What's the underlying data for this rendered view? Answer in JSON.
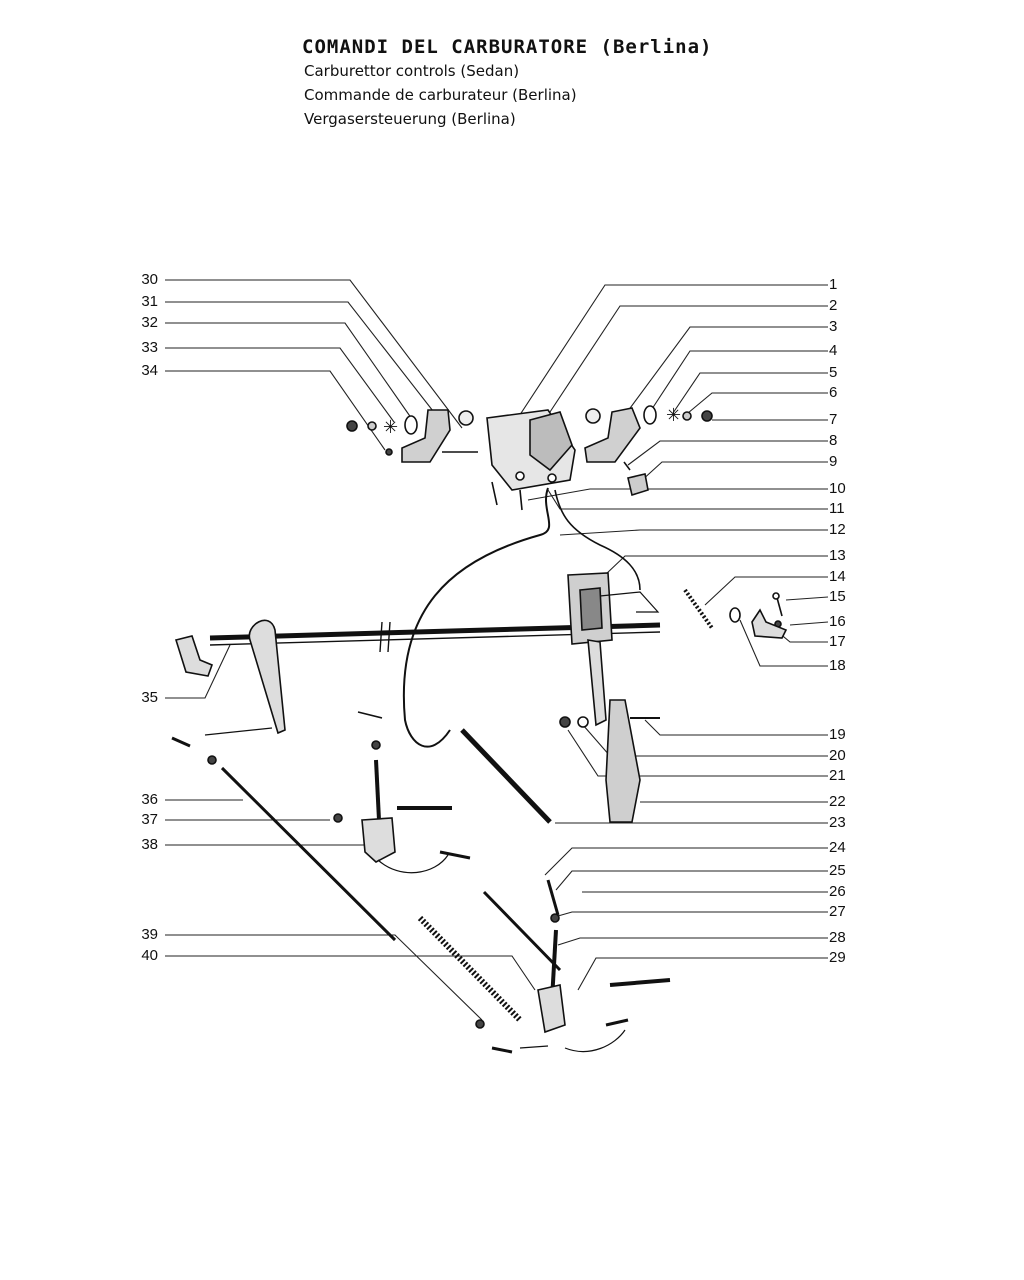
{
  "header": {
    "title": "COMANDI DEL CARBURATORE (Berlina)",
    "subtitles": [
      "Carburettor controls (Sedan)",
      "Commande de carburateur (Berlina)",
      "Vergasersteuerung (Berlina)"
    ]
  },
  "callouts_right": [
    "1",
    "2",
    "3",
    "4",
    "5",
    "6",
    "7",
    "8",
    "9",
    "10",
    "11",
    "12",
    "13",
    "14",
    "15",
    "16",
    "17",
    "18",
    "19",
    "20",
    "21",
    "22",
    "23",
    "24",
    "25",
    "26",
    "27",
    "28",
    "29"
  ],
  "callouts_left": [
    "30",
    "31",
    "32",
    "33",
    "34",
    "35",
    "36",
    "37",
    "38",
    "39",
    "40"
  ]
}
